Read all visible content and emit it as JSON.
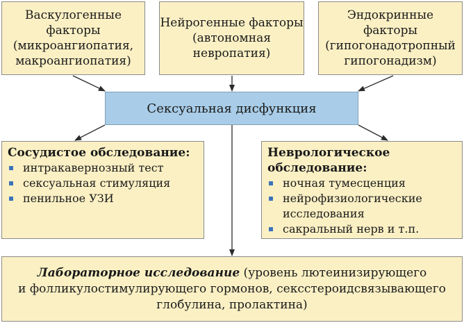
{
  "factors": [
    {
      "label": "Васкулогенные\nфакторы\n(микроангиопатия,\nмакроангиопатия)"
    },
    {
      "label": "Нейрогенные факторы\n(автономная\nневропатия)"
    },
    {
      "label": "Эндокринные факторы\n(гипогонадотропный\nгипогонадизм)"
    }
  ],
  "center": {
    "label": "Сексуальная дисфункция"
  },
  "vascular_exam": {
    "heading": "Сосудистое обследование:",
    "items": [
      "интракавернозный тест",
      "сексуальная стимуляция",
      "пенильное УЗИ"
    ]
  },
  "neuro_exam": {
    "heading": "Неврологическое\nобследование:",
    "items": [
      "ночная тумесценция",
      "нейрофизиологические\nисследования",
      "сакральный нерв и т.п."
    ]
  },
  "lab_exam": {
    "heading": "Лабораторное исследование",
    "text": " (уровень лютеинизирующего\nи фолликулостимулирующего гормонов, секcстероидсвязывающего\nглобулина, пролактина)"
  },
  "colors": {
    "box_fill": "#fbf0c4",
    "center_fill": "#a9cde8",
    "bullet": "#3d73b8",
    "arrow": "#2b2b2b"
  }
}
